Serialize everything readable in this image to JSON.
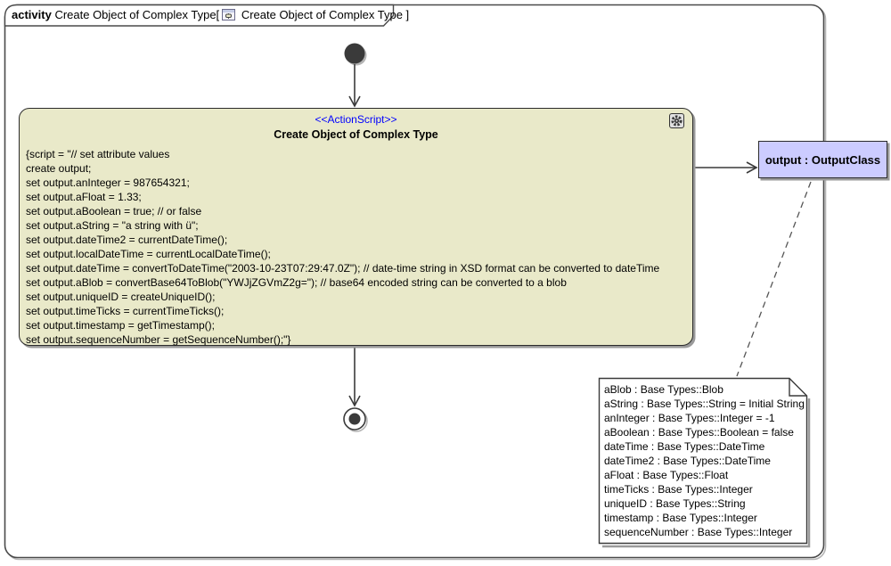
{
  "frame": {
    "keyword": "activity",
    "name": "Create Object of Complex Type[",
    "diagram_ref": "Create Object of Complex Type ]",
    "diagram_icon": "activity-diagram-icon"
  },
  "action_node": {
    "stereotype": "<<ActionScript>>",
    "title": "Create Object of Complex Type",
    "corner_icon": "gear-icon",
    "script_lines": [
      "{script = \"// set attribute values",
      "create output;",
      "set output.anInteger = 987654321;",
      "set output.aFloat = 1.33;",
      "set output.aBoolean = true; // or false",
      "set output.aString = \"a string with ü\";",
      "set output.dateTime2 = currentDateTime();",
      "set output.localDateTime = currentLocalDateTime();",
      "set output.dateTime = convertToDateTime(\"2003-10-23T07:29:47.0Z\"); // date-time string in XSD format can be converted to dateTime",
      "set output.aBlob = convertBase64ToBlob(\"YWJjZGVmZ2g=\"); // base64 encoded string can be converted to a blob",
      "set output.uniqueID = createUniqueID();",
      "set output.timeTicks = currentTimeTicks();",
      "set output.timestamp = getTimestamp();",
      "set output.sequenceNumber = getSequenceNumber();\"}"
    ]
  },
  "object_node": {
    "label": "output : OutputClass"
  },
  "note": {
    "lines": [
      "aBlob : Base Types::Blob",
      "aString : Base Types::String = Initial String",
      "anInteger : Base Types::Integer = -1",
      "aBoolean : Base Types::Boolean = false",
      "dateTime : Base Types::DateTime",
      "dateTime2 : Base Types::DateTime",
      "aFloat : Base Types::Float",
      "timeTicks : Base Types::Integer",
      "uniqueID : Base Types::String",
      "timestamp : Base Types::Integer",
      "sequenceNumber : Base Types::Integer"
    ]
  },
  "colors": {
    "action_fill": "#e9e9c9",
    "object_fill": "#ccccff",
    "stereotype_text": "#0000ff",
    "edge": "#3a3a3a",
    "shadow": "#9a9a9a",
    "frame_border": "#4a4a4a",
    "note_fill": "#ffffff"
  }
}
